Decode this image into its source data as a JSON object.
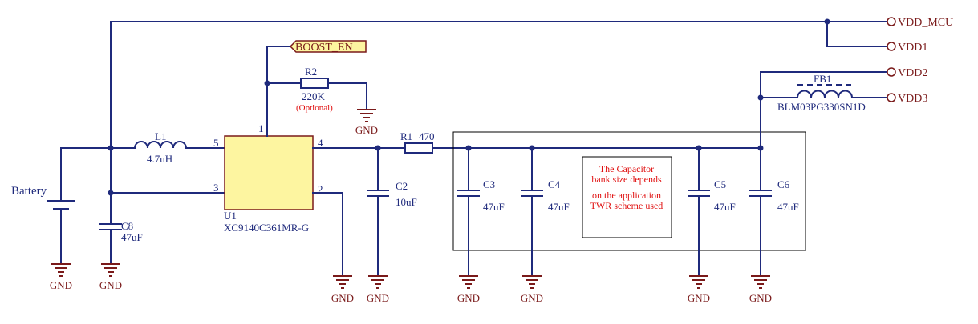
{
  "nets": {
    "vdd_mcu": "VDD_MCU",
    "vdd1": "VDD1",
    "vdd2": "VDD2",
    "vdd3": "VDD3",
    "boost_en": "BOOST_EN",
    "gnd": "GND"
  },
  "components": {
    "l1": {
      "ref": "L1",
      "value": "4.7uH"
    },
    "r2": {
      "ref": "R2",
      "value": "220K",
      "note": "(Optional)"
    },
    "r1": {
      "ref": "R1",
      "value": "470"
    },
    "u1": {
      "ref": "U1",
      "value": "XC9140C361MR-G",
      "pin1": "1",
      "pin2": "2",
      "pin3": "3",
      "pin4": "4",
      "pin5": "5"
    },
    "fb1": {
      "ref": "FB1",
      "value": "BLM03PG330SN1D"
    },
    "c2": {
      "ref": "C2",
      "value": "10uF"
    },
    "c3": {
      "ref": "C3",
      "value": "47uF"
    },
    "c4": {
      "ref": "C4",
      "value": "47uF"
    },
    "c5": {
      "ref": "C5",
      "value": "47uF"
    },
    "c6": {
      "ref": "C6",
      "value": "47uF"
    },
    "c8": {
      "ref": "C8",
      "value": "47uF"
    },
    "battery": "Battery"
  },
  "note": {
    "line1": "The Capacitor",
    "line2": "bank size depends",
    "line3": "on the application",
    "line4": "TWR scheme used"
  },
  "colors": {
    "wire": "#1f2a7c",
    "ground": "#7a1a1a",
    "ic_fill": "#fdf5a0",
    "ic_border": "#7a1a1a",
    "note_text": "#e01010"
  }
}
